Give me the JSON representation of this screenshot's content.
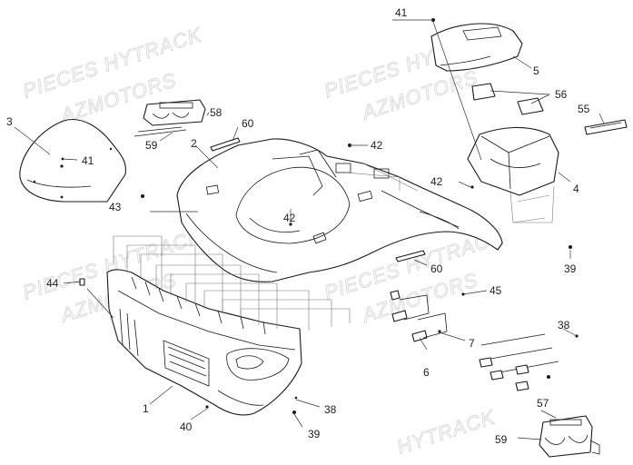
{
  "watermarks": [
    "PIECES HYTRACK",
    "AZMOTORS",
    "PIECES HYTRACK",
    "AZMOTORS",
    "PIECES HYTRACK",
    "AZMOTORS",
    "PIECES HYTRACK",
    "AZMOTORS",
    "HYTRACK"
  ],
  "callouts": {
    "c1": "1",
    "c2": "2",
    "c3": "3",
    "c4": "4",
    "c5": "5",
    "c6": "6",
    "c7": "7",
    "c38a": "38",
    "c38b": "38",
    "c39a": "39",
    "c39b": "39",
    "c40": "40",
    "c41a": "41",
    "c41b": "41",
    "c42a": "42",
    "c42b": "42",
    "c42c": "42",
    "c43": "43",
    "c44": "44",
    "c45": "45",
    "c55": "55",
    "c56": "56",
    "c57": "57",
    "c58": "58",
    "c59a": "59",
    "c59b": "59",
    "c60a": "60",
    "c60b": "60"
  }
}
